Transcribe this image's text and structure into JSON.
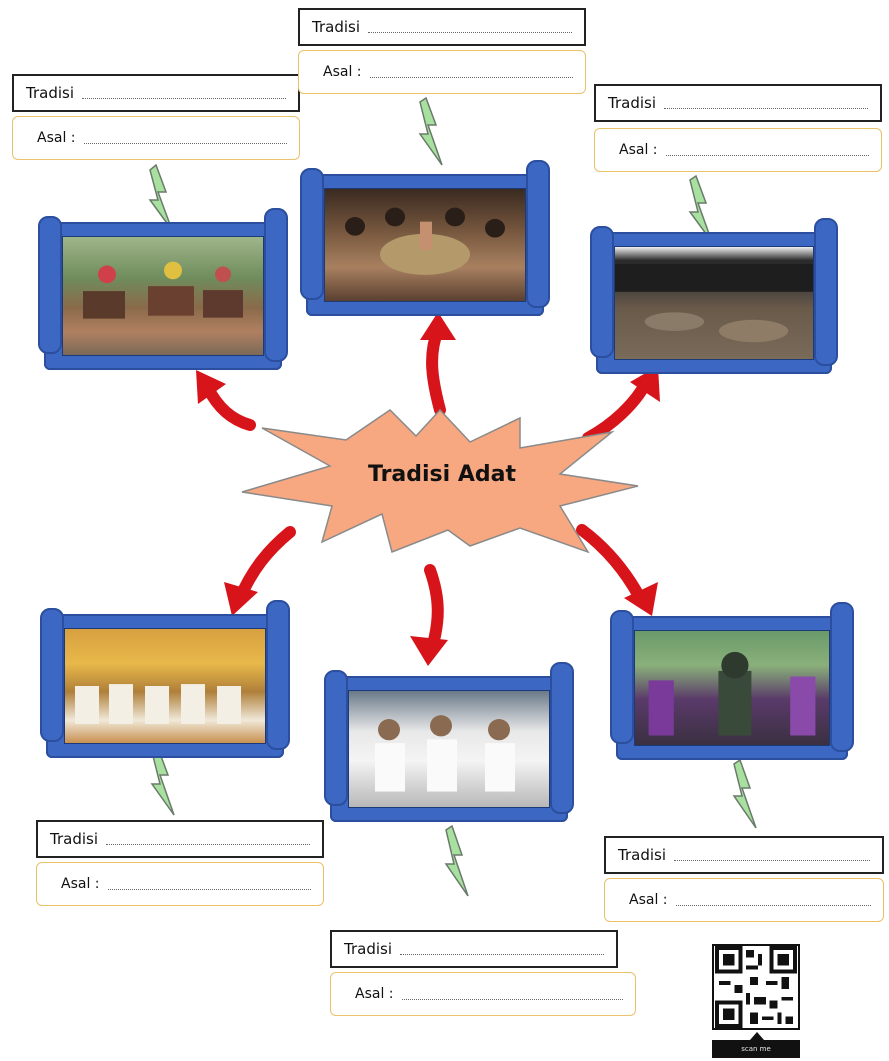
{
  "worksheet": {
    "center_title": "Tradisi Adat",
    "tradisi_label": "Tradisi",
    "asal_label": "Asal :",
    "qr_caption": "scan me"
  },
  "colors": {
    "frame_blue": "#3c68c4",
    "arrow_red": "#d8141b",
    "burst_fill": "#f7a880",
    "bolt_green": "#a8e0a0",
    "asal_border": "#e9c26a"
  },
  "photos": [
    {
      "id": "top-left",
      "subject": "bull-race-photo"
    },
    {
      "id": "top-center",
      "subject": "dance-crowd-photo"
    },
    {
      "id": "top-right",
      "subject": "mud-field-photo"
    },
    {
      "id": "bottom-left",
      "subject": "dancers-row-photo"
    },
    {
      "id": "bottom-center",
      "subject": "white-clad-men-photo"
    },
    {
      "id": "bottom-right",
      "subject": "ceremony-costume-photo"
    }
  ]
}
